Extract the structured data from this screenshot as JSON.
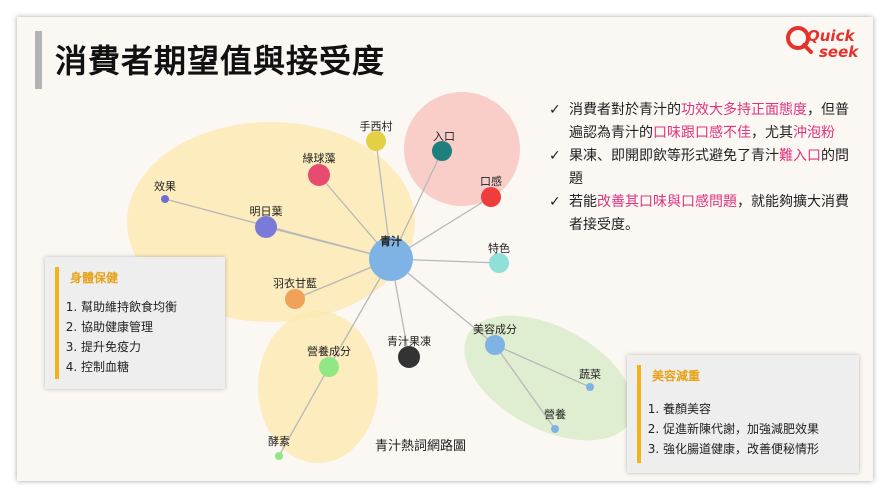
{
  "title": "消費者期望值與接受度",
  "logo": {
    "line1": "Quick",
    "line2": "seek"
  },
  "network": {
    "center": "青汁",
    "nodes": {
      "shouxicun": "手西村",
      "rukou": "入口",
      "lvqiuzao": "綠球藻",
      "kougan": "口感",
      "xiaoguo": "效果",
      "mingriye": "明日葉",
      "tese": "特色",
      "yuyiganlan": "羽衣甘藍",
      "meirongchengfen": "美容成分",
      "yingyangchengfen": "營養成分",
      "qingzhiguodong": "青汁果凍",
      "shucai": "蔬菜",
      "yingyang": "營養",
      "jiaosu": "酵素"
    },
    "caption": "青汁熱詞網路圖"
  },
  "bullets": [
    [
      {
        "t": "消費者對於青汁的",
        "h": false
      },
      {
        "t": "功效大多持正面態度",
        "h": true
      },
      {
        "t": "，但普遍認為青汁的",
        "h": false
      },
      {
        "t": "口味跟口感不佳",
        "h": true
      },
      {
        "t": "，尤其",
        "h": false
      },
      {
        "t": "沖泡粉",
        "h": true
      }
    ],
    [
      {
        "t": "果凍、即開即飲等形式避免了青汁",
        "h": false
      },
      {
        "t": "難入口",
        "h": true
      },
      {
        "t": "的問題",
        "h": false
      }
    ],
    [
      {
        "t": "若能",
        "h": false
      },
      {
        "t": "改善其口味與口感問題",
        "h": true
      },
      {
        "t": "，就能夠擴大消費者接受度。",
        "h": false
      }
    ]
  ],
  "box_health": {
    "title": "身體保健",
    "items": [
      "幫助維持飲食均衡",
      "協助健康管理",
      "提升免疫力",
      "控制血糖"
    ]
  },
  "box_beauty": {
    "title": "美容減重",
    "items": [
      "養顏美容",
      "促進新陳代謝，加強減肥效果",
      "強化腸道健康，改善便秘情形"
    ]
  },
  "colors": {
    "highlight": "#e0347e",
    "accent": "#f3b11a",
    "yellow_cluster": "#fbeab4",
    "red_cluster": "#f8c6c0",
    "green_cluster": "#d9ebc9"
  }
}
